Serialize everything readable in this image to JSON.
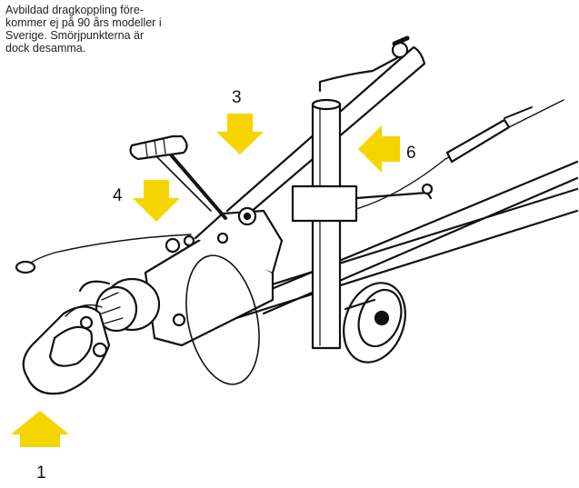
{
  "caption": {
    "lines": [
      "Avbildad dragkoppling före-",
      "kommer ej på 90 års modeller i",
      "Sverige.  Smörjpunkterna är",
      "dock desamma."
    ]
  },
  "markers": [
    {
      "label": "1",
      "direction": "up"
    },
    {
      "label": "3",
      "direction": "down"
    },
    {
      "label": "4",
      "direction": "down"
    },
    {
      "label": "6",
      "direction": "left"
    }
  ],
  "colors": {
    "arrow": "#f5d400",
    "line": "#111111",
    "background": "#ffffff"
  }
}
